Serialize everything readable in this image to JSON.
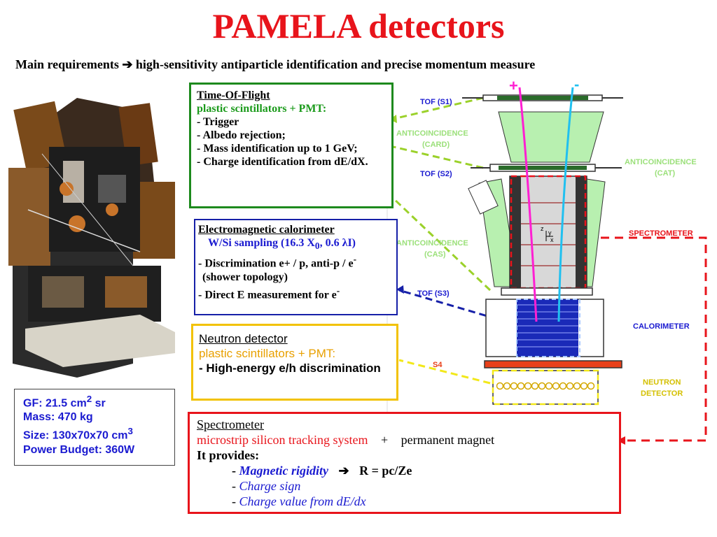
{
  "title": "PAMELA detectors",
  "subtitle": {
    "lead": "Main requirements",
    "arrow": "➔",
    "text": "high-sensitivity antiparticle identification and precise momentum measure"
  },
  "tof": {
    "heading": "Time-Of-Flight",
    "tech": "plastic scintillators + PMT:",
    "items": [
      "- Trigger",
      "- Albedo rejection;",
      "- Mass identification up to 1 GeV;",
      "- Charge identification from dE/dX."
    ]
  },
  "ecal": {
    "heading": "Electromagnetic calorimeter",
    "tech_a": "W/Si sampling (16.3 X",
    "tech_sub": "0",
    "tech_b": ", 0.6 λI)",
    "item1": "- Discrimination e+ / p,  anti-p / e",
    "item1_sup": "-",
    "item2": "(shower topology)",
    "item3": "- Direct E measurement for e",
    "item3_sup": "-"
  },
  "neutron": {
    "heading": "Neutron detector",
    "tech": "plastic scintillators + PMT:",
    "item": "- High-energy e/h discrimination"
  },
  "spectrometer": {
    "heading": "Spectrometer",
    "tech": "microstrip silicon tracking system",
    "plus": "+",
    "magnet": "permanent magnet",
    "provides": "It provides:",
    "item1": "Magnetic rigidity",
    "item1_arrow": "➔",
    "item1_formula": "R = pc/Ze",
    "item2": "Charge sign",
    "item3": "Charge value from dE/dx"
  },
  "specs": {
    "gf": "GF: 21.5 cm",
    "gf_sup": "2",
    "gf_unit": " sr",
    "mass": "Mass: 470 kg",
    "size": "Size: 130x70x70 cm",
    "size_sup": "3",
    "power": "Power Budget: 360W"
  },
  "diagram": {
    "tof_s1": "TOF (S1)",
    "card_1": "ANTICOINCIDENCE",
    "card_2": "(CARD)",
    "tof_s2": "TOF (S2)",
    "cat_1": "ANTICOINCIDENCE",
    "cat_2": "(CAT)",
    "spectrometer": "SPECTROMETER",
    "cas_1": "ANTICOINCIDENCE",
    "cas_2": "(CAS)",
    "tof_s3": "TOF (S3)",
    "calorimeter": "CALORIMETER",
    "s4": "S4",
    "neutron_1": "NEUTRON",
    "neutron_2": "DETECTOR",
    "plus_track": "+",
    "minus_track": "-",
    "axis_z": "z",
    "axis_y": "y",
    "axis_x": "x"
  },
  "colors": {
    "title": "#e8141b",
    "tof_border": "#1d8a1d",
    "ecal_border": "#1620a8",
    "neutron_border": "#f2c200",
    "spectrometer_border": "#e8141b",
    "specs_text": "#1a1ad0",
    "positive_track": "#ff1fd2",
    "negative_track": "#20c0f0",
    "anticoincidence": "#b8f0b0"
  }
}
